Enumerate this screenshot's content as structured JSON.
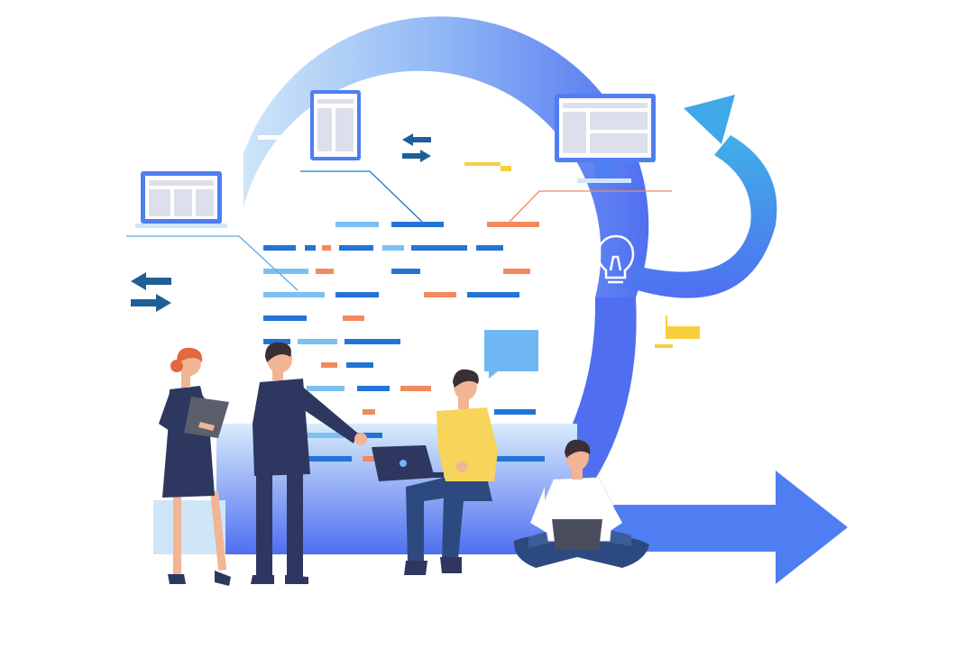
{
  "illustration": {
    "subject": "agile-development-cycle",
    "colors": {
      "background": "#ffffff",
      "cycle_blue": "#4f6ff0",
      "cycle_light": "#cfe6f8",
      "cycle_arrow_small": "#3ea0e6",
      "code_dark": "#2274d6",
      "code_light": "#7cc0f2",
      "code_orange": "#f28a5e",
      "note_yellow": "#f7cf3e",
      "exchange_arrows": "#1f5f96",
      "suit_navy": "#2e3760",
      "shirt_yellow": "#f7d45a",
      "jeans_blue": "#2d4a80",
      "skin": "#f1b595",
      "hair_red": "#e2683e",
      "hair_dark": "#3a2f35",
      "device_grey": "#dde0ec",
      "chat_bubble": "#6fb8f4",
      "bulb_white": "#ffffff"
    },
    "icons": [
      "laptop-icon",
      "document-icon",
      "monitor-icon",
      "lightbulb-icon",
      "exchange-arrows-icon",
      "chat-bubble-icon",
      "tablet-icon"
    ],
    "people": [
      "woman-with-tablet",
      "man-in-suit-pointing",
      "man-sitting-with-laptop",
      "man-cross-legged-with-laptop"
    ]
  }
}
